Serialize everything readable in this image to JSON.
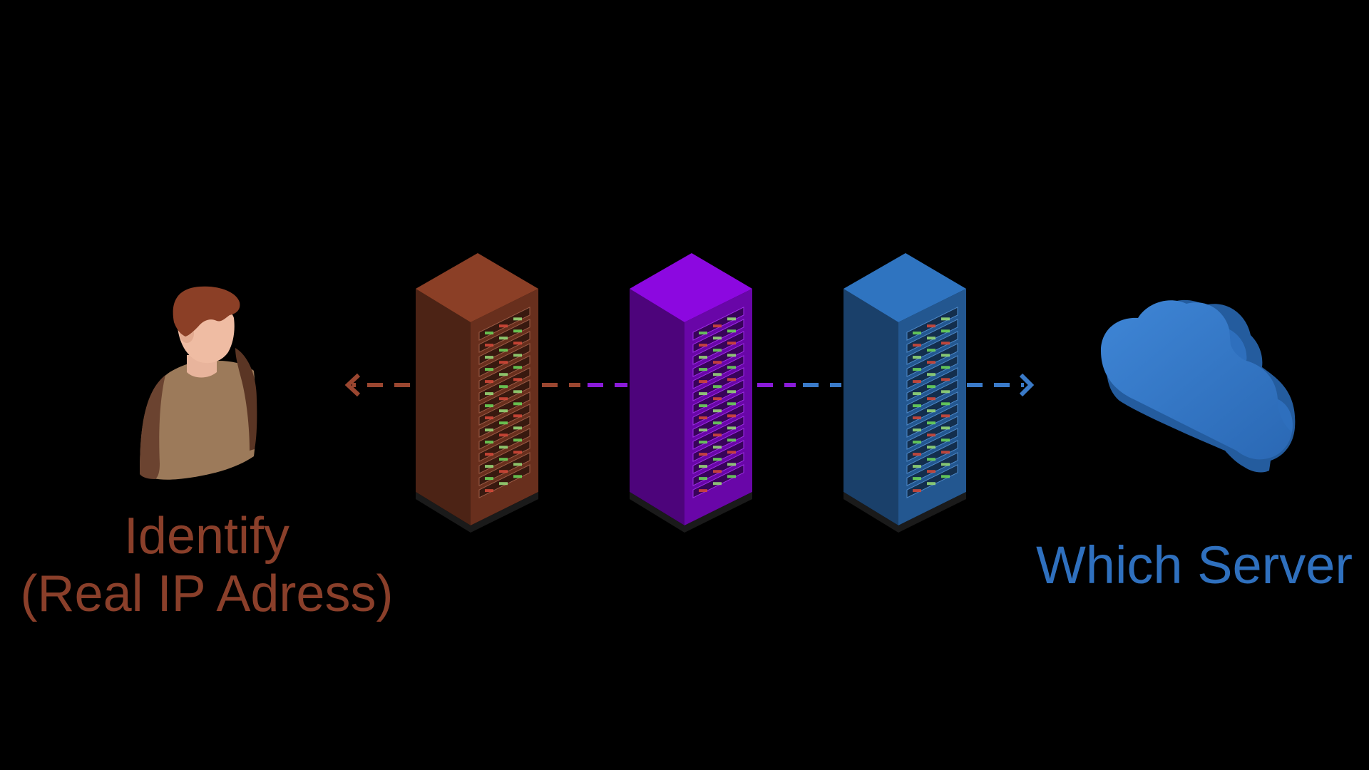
{
  "diagram": {
    "left_label": {
      "line1": "Identify",
      "line2": "(Real IP Adress)"
    },
    "right_label": "Which Server",
    "nodes": [
      {
        "id": "user",
        "icon": "person-icon"
      },
      {
        "id": "server-1",
        "icon": "server-rack-icon",
        "color": "#8b3f26"
      },
      {
        "id": "server-2",
        "icon": "server-rack-icon",
        "color": "#8c08e0"
      },
      {
        "id": "server-3",
        "icon": "server-rack-icon",
        "color": "#2f74c0"
      },
      {
        "id": "cloud",
        "icon": "cloud-icon",
        "color": "#2f74c0"
      }
    ],
    "connectors": [
      {
        "from": "server-1",
        "to": "user",
        "style": "dashed-arrow",
        "color": "#9a4630"
      },
      {
        "from": "server-1",
        "to": "server-2",
        "style": "dashed",
        "colors": [
          "#9a4630",
          "#8a1bd8"
        ]
      },
      {
        "from": "server-2",
        "to": "server-3",
        "style": "dashed",
        "colors": [
          "#8a1bd8",
          "#3a7ac8"
        ]
      },
      {
        "from": "server-3",
        "to": "cloud",
        "style": "dashed-arrow",
        "color": "#3a7ac8"
      }
    ]
  }
}
